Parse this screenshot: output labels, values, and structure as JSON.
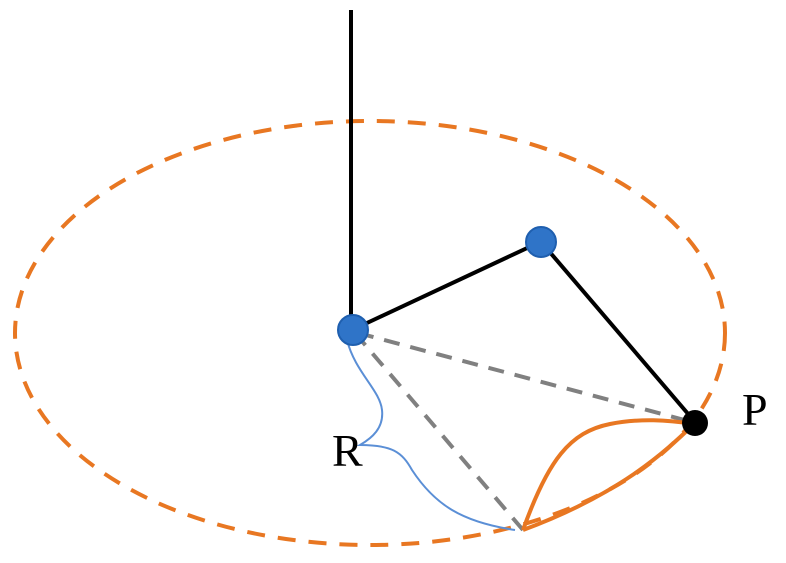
{
  "labels": {
    "point": "P",
    "radius": "R"
  },
  "colors": {
    "orbit": "#E87722",
    "arm": "#000000",
    "joint_fill": "#2F74C8",
    "joint_stroke": "#1F5FAF",
    "guide_dashes": "#808080",
    "brace": "#5B8FD6",
    "end_point": "#000000"
  },
  "icons": {
    "joint": "blue-circle-joint",
    "end_effector": "black-dot"
  }
}
